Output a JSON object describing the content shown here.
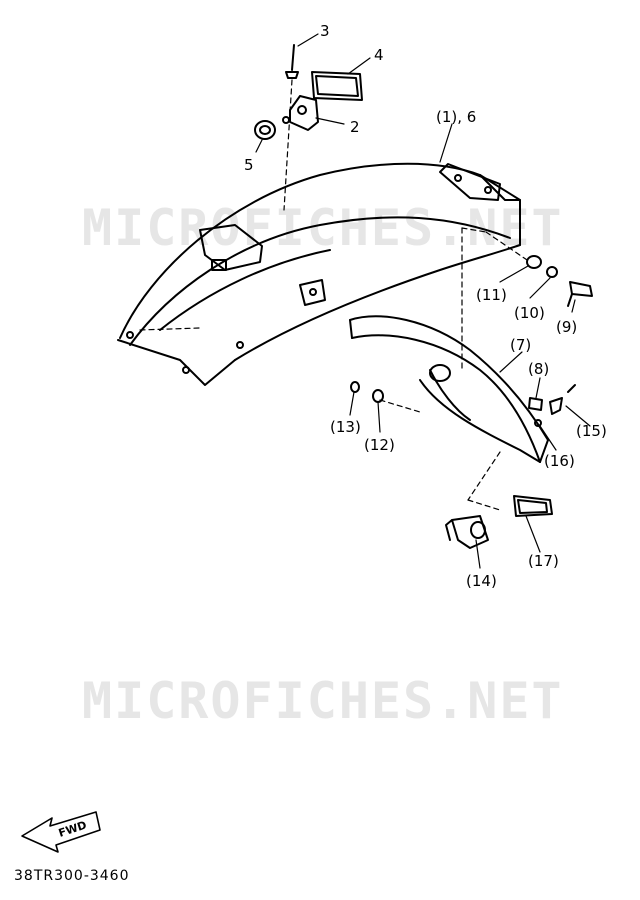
{
  "watermark": "MICROFICHES.NET",
  "diagram_code": "38TR300-3460",
  "fwd_label": "FWD",
  "callouts": {
    "c1_6": "(1), 6",
    "c2": "2",
    "c3": "3",
    "c4": "4",
    "c5": "5",
    "c7": "(7)",
    "c8": "(8)",
    "c9": "(9)",
    "c10": "(10)",
    "c11": "(11)",
    "c12": "(12)",
    "c13": "(13)",
    "c14": "(14)",
    "c15": "(15)",
    "c16": "(16)",
    "c17": "(17)"
  }
}
